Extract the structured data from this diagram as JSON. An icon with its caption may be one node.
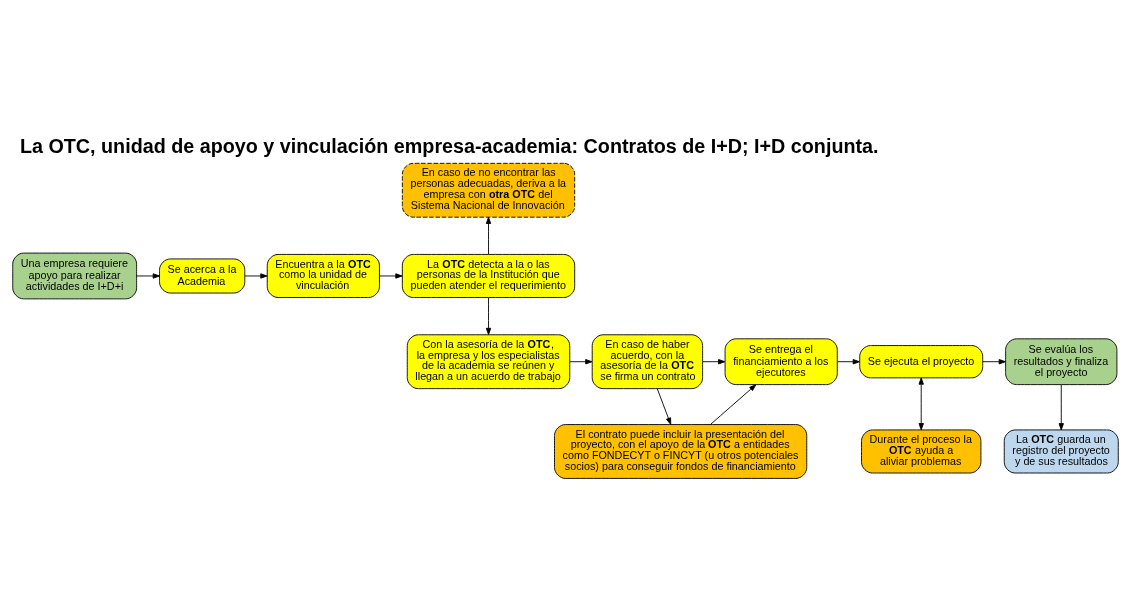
{
  "diagram": {
    "title": "La OTC, unidad de apoyo y vinculación empresa-academia: Contratos de I+D; I+D conjunta.",
    "nodes": [
      {
        "text": [
          "Una empresa requiere apoyo para realizar actividades de I+D+i"
        ]
      },
      {
        "text": [
          "Se acerca a la Academia"
        ]
      },
      {
        "text": [
          "Encuentra a la **OTC** como la unidad de vinculación"
        ]
      },
      {
        "text": [
          "La **OTC** detecta a la o las personas de la Institución que pueden atender el requerimiento"
        ]
      },
      {
        "text": [
          "En caso de no encontrar las personas adecuadas, deriva a la empresa con **otra OTC** del Sistema Nacional de Innovación"
        ]
      },
      {
        "text": [
          "Con la asesoría de la **OTC**, la empresa y los especialistas de la academia se reúnen y llegan a un acuerdo de trabajo"
        ]
      },
      {
        "text": [
          "En caso de haber acuerdo, con la asesoría de la **OTC** se firma un contrato"
        ]
      },
      {
        "text": [
          "Se entrega el financiamiento a los ejecutores"
        ]
      },
      {
        "text": [
          "Se ejecuta el proyecto"
        ]
      },
      {
        "text": [
          "Se evalúa los resultados y finaliza el proyecto"
        ]
      },
      {
        "text": [
          "El contrato puede incluir la presentación del proyecto, con el apoyo de la **OTC** a entidades como FONDECYT o FINCYT (u otros potenciales socios) para conseguir fondos de financiamiento"
        ]
      },
      {
        "text": [
          "Durante el proceso la **OTC** ayuda a aliviar problemas"
        ]
      },
      {
        "text": [
          "La **OTC** guarda un registro del proyecto y de sus resultados"
        ]
      }
    ],
    "edges": [
      {
        "from": 0,
        "to": 1,
        "arrow": "to"
      },
      {
        "from": 1,
        "to": 2,
        "arrow": "to"
      },
      {
        "from": 2,
        "to": 3,
        "arrow": "to"
      },
      {
        "from": 3,
        "to": 4,
        "arrow": "to"
      },
      {
        "from": 3,
        "to": 5,
        "arrow": "to"
      },
      {
        "from": 5,
        "to": 6,
        "arrow": "to"
      },
      {
        "from": 6,
        "to": 7,
        "arrow": "to"
      },
      {
        "from": 7,
        "to": 8,
        "arrow": "to"
      },
      {
        "from": 8,
        "to": 9,
        "arrow": "to"
      },
      {
        "from": 6,
        "to": 10,
        "arrow": "to"
      },
      {
        "from": 10,
        "to": 7,
        "arrow": "to"
      },
      {
        "from": 8,
        "to": 11,
        "arrow": "both"
      },
      {
        "from": 9,
        "to": 12,
        "arrow": "to"
      }
    ]
  }
}
